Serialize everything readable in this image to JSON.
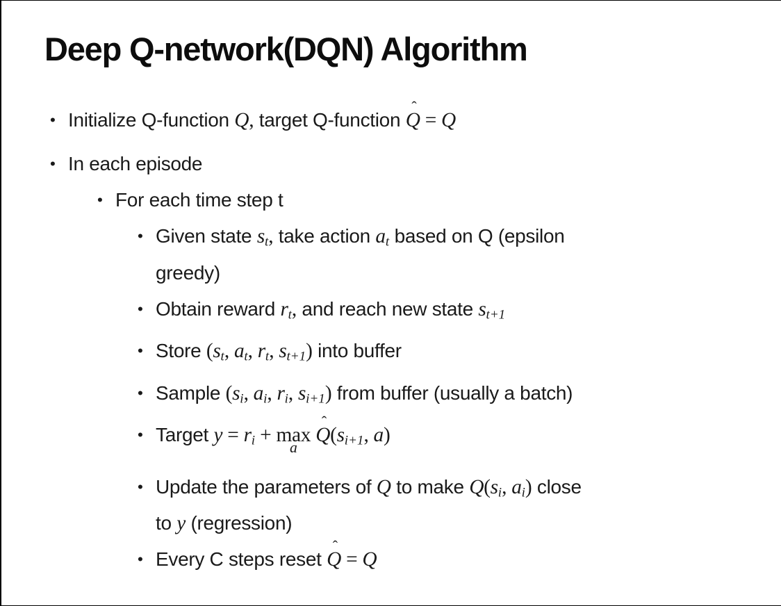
{
  "page": {
    "background": "#ffffff",
    "border_color": "#000000",
    "text_color": "#1a1a1a"
  },
  "slide": {
    "title": "Deep Q-network(DQN) Algorithm",
    "bullet_char": "•",
    "hat_char": "ˆ",
    "bullets": [
      {
        "level": 1,
        "segments": [
          {
            "k": "t",
            "v": "Initialize Q-function "
          },
          {
            "k": "m",
            "v": "Q"
          },
          {
            "k": "o",
            "v": ","
          },
          {
            "k": "t",
            "v": " target Q-function "
          },
          {
            "k": "hat",
            "v": "Q"
          },
          {
            "k": "o",
            "v": " = "
          },
          {
            "k": "m",
            "v": "Q"
          }
        ]
      },
      {
        "level": 1,
        "segments": [
          {
            "k": "t",
            "v": "In each episode"
          }
        ]
      },
      {
        "level": 2,
        "segments": [
          {
            "k": "t",
            "v": "For each time step t"
          }
        ]
      },
      {
        "level": 3,
        "segments": [
          {
            "k": "t",
            "v": "Given state "
          },
          {
            "k": "m",
            "v": "s"
          },
          {
            "k": "sub",
            "v": "t"
          },
          {
            "k": "o",
            "v": ","
          },
          {
            "k": "t",
            "v": " take action "
          },
          {
            "k": "m",
            "v": "a"
          },
          {
            "k": "sub",
            "v": "t"
          },
          {
            "k": "t",
            "v": " based on Q (epsilon"
          },
          {
            "k": "br"
          },
          {
            "k": "t",
            "v": "greedy)"
          }
        ]
      },
      {
        "level": 3,
        "segments": [
          {
            "k": "t",
            "v": "Obtain reward "
          },
          {
            "k": "m",
            "v": "r"
          },
          {
            "k": "sub",
            "v": "t"
          },
          {
            "k": "o",
            "v": ","
          },
          {
            "k": "t",
            "v": " and reach new state "
          },
          {
            "k": "m",
            "v": "s"
          },
          {
            "k": "sub",
            "v": "t+1"
          }
        ]
      },
      {
        "level": 3,
        "segments": [
          {
            "k": "t",
            "v": "Store "
          },
          {
            "k": "o",
            "v": "("
          },
          {
            "k": "m",
            "v": "s"
          },
          {
            "k": "sub",
            "v": "t"
          },
          {
            "k": "o",
            "v": ", "
          },
          {
            "k": "m",
            "v": "a"
          },
          {
            "k": "sub",
            "v": "t"
          },
          {
            "k": "o",
            "v": ", "
          },
          {
            "k": "m",
            "v": "r"
          },
          {
            "k": "sub",
            "v": "t"
          },
          {
            "k": "o",
            "v": ", "
          },
          {
            "k": "m",
            "v": "s"
          },
          {
            "k": "sub",
            "v": "t+1"
          },
          {
            "k": "o",
            "v": ")"
          },
          {
            "k": "t",
            "v": " into buffer"
          }
        ]
      },
      {
        "level": 3,
        "segments": [
          {
            "k": "t",
            "v": "Sample "
          },
          {
            "k": "o",
            "v": "("
          },
          {
            "k": "m",
            "v": "s"
          },
          {
            "k": "sub",
            "v": "i"
          },
          {
            "k": "o",
            "v": ", "
          },
          {
            "k": "m",
            "v": "a"
          },
          {
            "k": "sub",
            "v": "i"
          },
          {
            "k": "o",
            "v": ", "
          },
          {
            "k": "m",
            "v": "r"
          },
          {
            "k": "sub",
            "v": "i"
          },
          {
            "k": "o",
            "v": ", "
          },
          {
            "k": "m",
            "v": "s"
          },
          {
            "k": "sub",
            "v": "i+1"
          },
          {
            "k": "o",
            "v": ")"
          },
          {
            "k": "t",
            "v": " from buffer (usually a batch)"
          }
        ]
      },
      {
        "level": 3,
        "segments": [
          {
            "k": "t",
            "v": "Target "
          },
          {
            "k": "m",
            "v": "y"
          },
          {
            "k": "o",
            "v": " = "
          },
          {
            "k": "m",
            "v": "r"
          },
          {
            "k": "sub",
            "v": "i"
          },
          {
            "k": "o",
            "v": " + "
          },
          {
            "k": "stack",
            "main": "max",
            "under": "a"
          },
          {
            "k": "o",
            "v": " "
          },
          {
            "k": "hat",
            "v": "Q"
          },
          {
            "k": "o",
            "v": "("
          },
          {
            "k": "m",
            "v": "s"
          },
          {
            "k": "sub",
            "v": "i+1"
          },
          {
            "k": "o",
            "v": ", "
          },
          {
            "k": "m",
            "v": "a"
          },
          {
            "k": "o",
            "v": ")"
          }
        ]
      },
      {
        "level": 3,
        "segments": [
          {
            "k": "t",
            "v": "Update the parameters of "
          },
          {
            "k": "m",
            "v": "Q"
          },
          {
            "k": "t",
            "v": " to make "
          },
          {
            "k": "m",
            "v": "Q"
          },
          {
            "k": "o",
            "v": "("
          },
          {
            "k": "m",
            "v": "s"
          },
          {
            "k": "sub",
            "v": "i"
          },
          {
            "k": "o",
            "v": ", "
          },
          {
            "k": "m",
            "v": "a"
          },
          {
            "k": "sub",
            "v": "i"
          },
          {
            "k": "o",
            "v": ")"
          },
          {
            "k": "t",
            "v": " close"
          },
          {
            "k": "br"
          },
          {
            "k": "t",
            "v": "to "
          },
          {
            "k": "m",
            "v": "y"
          },
          {
            "k": "t",
            "v": " (regression)"
          }
        ]
      },
      {
        "level": 3,
        "segments": [
          {
            "k": "t",
            "v": "Every C steps reset "
          },
          {
            "k": "hat",
            "v": "Q"
          },
          {
            "k": "o",
            "v": " = "
          },
          {
            "k": "m",
            "v": "Q"
          }
        ]
      }
    ]
  }
}
